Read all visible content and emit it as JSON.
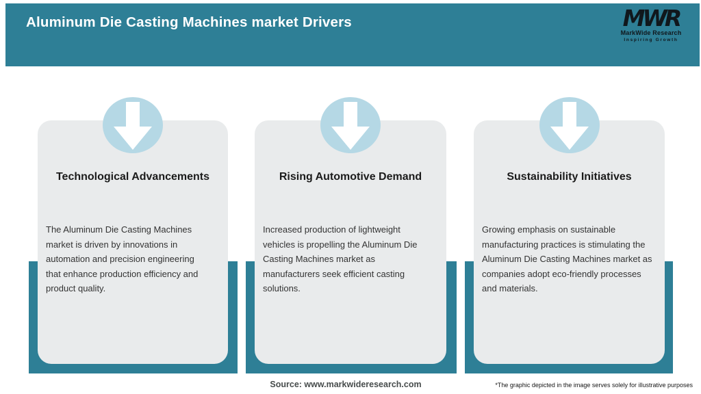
{
  "header": {
    "title": "Aluminum Die Casting Machines market Drivers",
    "logo": {
      "acronym": "MWR",
      "company": "MarkWide Research",
      "tagline": "Inspiring Growth"
    }
  },
  "cards": [
    {
      "title": "Technological Advancements",
      "body": "The Aluminum Die Casting Machines\nmarket is driven by innovations in\nautomation and precision engineering\nthat enhance production efficiency and\nproduct quality."
    },
    {
      "title": "Rising Automotive Demand",
      "body": "Increased production of lightweight\nvehicles is propelling the Aluminum Die\nCasting Machines market as\nmanufacturers seek efficient casting\nsolutions."
    },
    {
      "title": "Sustainability Initiatives",
      "body": "Growing emphasis on sustainable\nmanufacturing practices is stimulating the\nAluminum Die Casting Machines market as\ncompanies adopt eco-friendly processes\nand materials."
    }
  ],
  "footer": {
    "source": "Source: www.markwideresearch.com",
    "disclaimer": "*The graphic depicted in the image serves solely for illustrative purposes"
  },
  "icons": {
    "badge": "down-arrow-icon"
  },
  "colors": {
    "teal": "#2E7F96",
    "card_background": "#E9EBEC",
    "circle_blue": "#B5D8E5",
    "header_text": "#FFFFFF"
  }
}
